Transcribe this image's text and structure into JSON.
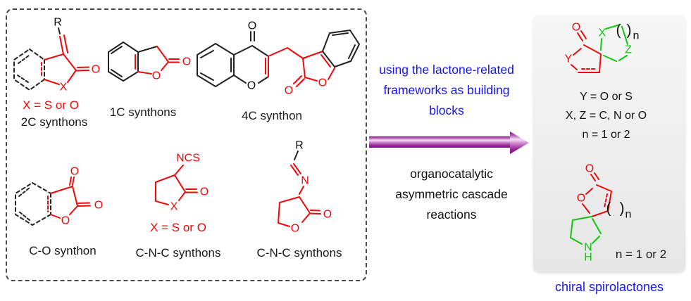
{
  "colors": {
    "red": "#f00808",
    "green": "#0fc60f",
    "blue": "#1414ee",
    "arrow_purple_dark": "#7a117a",
    "arrow_purple_light": "#f2dff2",
    "gray_box": "#ececec",
    "dash_border": "#4a4a4a"
  },
  "left_panel": {
    "s2c": {
      "r": "R",
      "o": "O",
      "x": "X",
      "note": "X = S or O",
      "label": "2C synthons"
    },
    "s1c": {
      "o_ring": "O",
      "o_carbonyl": "O",
      "label": "1C synthons"
    },
    "s4c": {
      "o_top": "O",
      "o_ring": "O",
      "o_carbonyl": "O",
      "o_ring2": "O",
      "label": "4C synthon"
    },
    "sco": {
      "o_top": "O",
      "o_side": "O",
      "o_ring": "O",
      "label": "C-O synthon"
    },
    "scnc1": {
      "ncs": "NCS",
      "o": "O",
      "x": "X",
      "note": "X = S or O",
      "label": "C-N-C synthons"
    },
    "scnc2": {
      "r": "R",
      "n": "N",
      "o": "O",
      "o_ring": "O",
      "label": "C-N-C synthons"
    }
  },
  "center": {
    "blue_lines": [
      "using the lactone-related",
      "frameworks as building",
      "blocks"
    ],
    "black_lines": [
      "organocatalytic",
      "asymmetric cascade",
      "reactions"
    ]
  },
  "right_panel": {
    "p1": {
      "o": "O",
      "y": "Y",
      "x": "X",
      "z": "Z",
      "paren_open": "(",
      "paren_close": ")",
      "n": "n",
      "notes": [
        "Y = O or S",
        "X, Z = C, N or O",
        "n = 1 or 2"
      ]
    },
    "p2": {
      "o": "O",
      "o_ring": "O",
      "n_atom": "N",
      "h": "H",
      "paren_open": "(",
      "paren_close": ")",
      "n": "n",
      "note": "n = 1 or 2"
    },
    "caption": "chiral spirolactones"
  }
}
